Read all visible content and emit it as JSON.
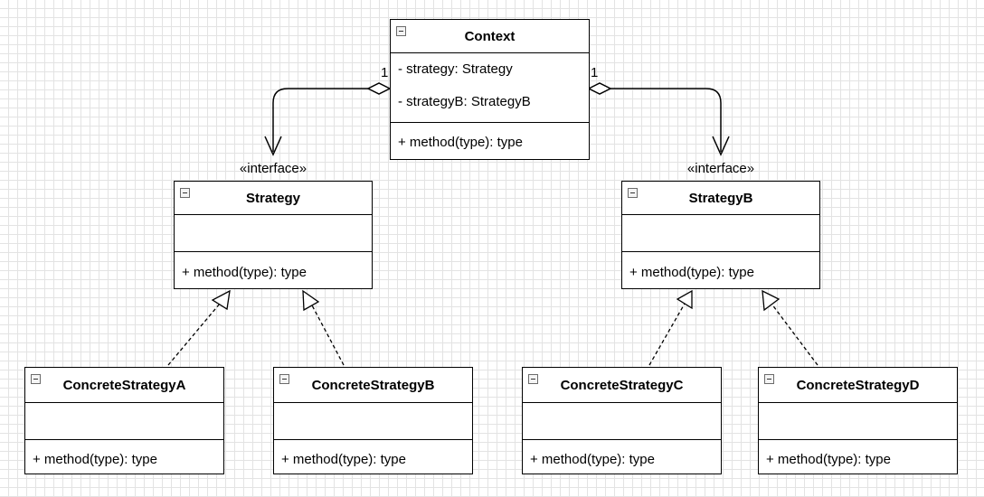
{
  "context": {
    "name": "Context",
    "attributes": [
      "- strategy: Strategy",
      "- strategyB: StrategyB"
    ],
    "methods": [
      "+ method(type): type"
    ]
  },
  "interfaces": [
    {
      "stereotype": "«interface»",
      "name": "Strategy",
      "methods": [
        "+ method(type): type"
      ]
    },
    {
      "stereotype": "«interface»",
      "name": "StrategyB",
      "methods": [
        "+ method(type): type"
      ]
    }
  ],
  "concrete": [
    {
      "name": "ConcreteStrategyA",
      "methods": [
        "+ method(type): type"
      ]
    },
    {
      "name": "ConcreteStrategyB",
      "methods": [
        "+ method(type): type"
      ]
    },
    {
      "name": "ConcreteStrategyC",
      "methods": [
        "+ method(type): type"
      ]
    },
    {
      "name": "ConcreteStrategyD",
      "methods": [
        "+ method(type): type"
      ]
    }
  ],
  "associations": [
    {
      "from": "Context",
      "to": "Strategy",
      "multiplicity": "1",
      "kind": "aggregation"
    },
    {
      "from": "Context",
      "to": "StrategyB",
      "multiplicity": "1",
      "kind": "aggregation"
    }
  ],
  "realizations": [
    {
      "from": "ConcreteStrategyA",
      "to": "Strategy"
    },
    {
      "from": "ConcreteStrategyB",
      "to": "Strategy"
    },
    {
      "from": "ConcreteStrategyC",
      "to": "StrategyB"
    },
    {
      "from": "ConcreteStrategyD",
      "to": "StrategyB"
    }
  ]
}
